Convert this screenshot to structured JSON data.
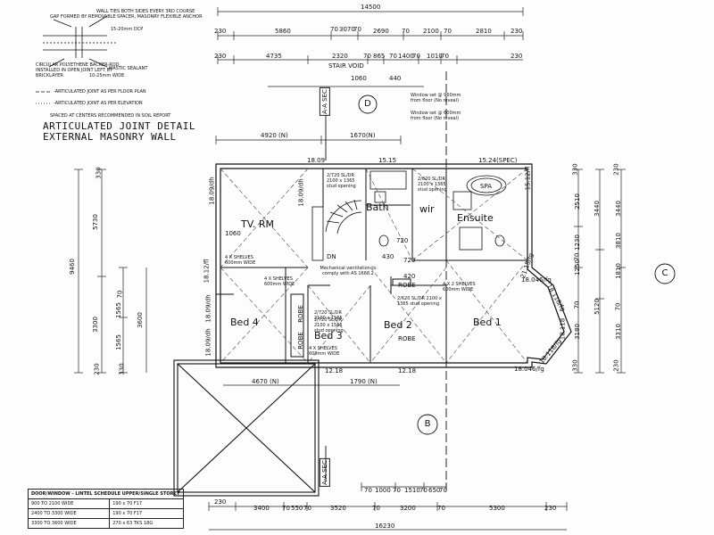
{
  "detail": {
    "gap_note": "GAP FORMED BY REMOVABLE SPACER, MASONRY FLEXIBLE ANCHOR",
    "wall_ties_note": "WALL TIES BOTH SIDES EVERY 3RD COURSE",
    "dcp_note": "15-20mm DCP",
    "circular_note": "CIRCULAR POLYETHENE BACKER-ROD INSTALLED IN OPEN JOINT LEFT BY BRICKLAYER",
    "mastic_note": "MASTIC SEALANT",
    "gap_width_note": "10-25mm WIDE",
    "legend_aj_plan": "-ARTICULATED JOINT AS PER FLOOR PLAN",
    "legend_aj_elev": "-ARTICULATED JOINT AS PER ELEVATION",
    "spacing_note": "SPACED AT CENTERS RECOMMENDED IN SOIL REPORT",
    "title_line1": "ARTICULATED JOINT DETAIL",
    "title_line2": "EXTERNAL MASONRY WALL"
  },
  "dims_top": {
    "overall": "14500",
    "row1": [
      "230",
      "5860",
      "70",
      "3070",
      "70",
      "2690",
      "70",
      "2100",
      "70",
      "2810",
      "230"
    ],
    "row2": [
      "230",
      "4735",
      "2320",
      "70",
      "865",
      "70",
      "1400",
      "70",
      "1010",
      "70",
      "230"
    ],
    "stair_void": "STAIR VOID",
    "d1060": "1060",
    "d440": "440",
    "d4920": "4920 (N)",
    "d1670": "1670(N)"
  },
  "dims_bottom": {
    "overall": "16230",
    "row1": [
      "230",
      "3400",
      "70",
      "550",
      "70",
      "3520",
      "70",
      "3200",
      "70",
      "5300",
      "230"
    ],
    "row2": [
      "70",
      "1000",
      "70",
      "1510",
      "70",
      "650",
      "70"
    ],
    "d4670": "4670 (N)",
    "d1790": "1790 (N)"
  },
  "dims_left": {
    "overall": "9460",
    "a": "5730",
    "b": "3300",
    "c": "230",
    "d": "70",
    "e": "1565",
    "f": "1565",
    "g": "3600",
    "h": "330",
    "i": "330"
  },
  "dims_right": {
    "r1": [
      "330",
      "2510",
      "3440",
      "1230",
      "70",
      "1250",
      "5120",
      "3180",
      "70",
      "330"
    ],
    "r2": [
      "230",
      "3440",
      "3810",
      "1810",
      "3310",
      "70",
      "230"
    ]
  },
  "levels": {
    "l1": "18.09",
    "l2": "15.15",
    "l3": "15.24(SPEC)",
    "l4": "15.12/fl",
    "l5": "18.09/dh",
    "l6": "18.09/dh",
    "l7": "18.12/fl",
    "l8": "18.09/dh",
    "l9": "18.09/dh",
    "l10": "12.18",
    "l11": "12.18",
    "l12": "18.046/fg",
    "l13": "18.118/fg",
    "l14": "18.118",
    "l15": "18.118/fg",
    "l16": "18.046/fg",
    "l17": "21.15/fg"
  },
  "rooms": {
    "tv": "TV. RM",
    "bed4": "Bed 4",
    "bed3": "Bed 3",
    "bed2": "Bed 2",
    "bed1": "Bed 1",
    "bath": "Bath",
    "wir": "wir",
    "ensuite": "Ensuite",
    "spa": "SPA",
    "robe1": "ROBE",
    "robe2": "ROBE",
    "robe3": "ROBE",
    "robe4": "ROBE",
    "dn": "DN"
  },
  "notes": {
    "window1": "Window set @ 960mm from floor (No reveal)",
    "window2": "Window set @ 600mm from floor (No reveal)",
    "door1": "2/720 SL/DR 2100 x 1365 stud opening",
    "door2": "2/720 SL/DR 2100 x 1565",
    "door3": "2/720 SL/DR 2100 x 1565 stud opening",
    "door4": "2/620 SL/DR 2100 x 1365 stud opening",
    "door5": "2/620 SL/DR 2100 x 1365 stud opening",
    "shelves1": "4 X SHELVES 600mm WIDE",
    "shelves2": "4 X SHELVES 600mm WIDE",
    "shelves3": "4 X SHELVES 600mm WIDE",
    "shelves4": "4 X 2 SHELVES 600mm WIDE",
    "mech": "Mechanical ventilation to comply with AS 1668.2",
    "d1060": "1060",
    "d720": "720",
    "d420": "420",
    "d430": "430",
    "d720b": "720"
  },
  "markers": {
    "d": "D",
    "c": "C",
    "b": "B",
    "sec_top": "A-A SEC",
    "sec_bottom": "A-A SEC"
  },
  "schedule": {
    "header": "DOOR/WINDOW - LINTEL SCHEDULE UPPER/SINGLE STOREY",
    "rows": [
      [
        "900 TO 2100 WIDE",
        "190 x 70 F17"
      ],
      [
        "2400 TO 3300 WIDE",
        "190 x 70 F17"
      ],
      [
        "3300 TO 3600 WIDE",
        "270 x 63 TKS 18G"
      ]
    ]
  }
}
